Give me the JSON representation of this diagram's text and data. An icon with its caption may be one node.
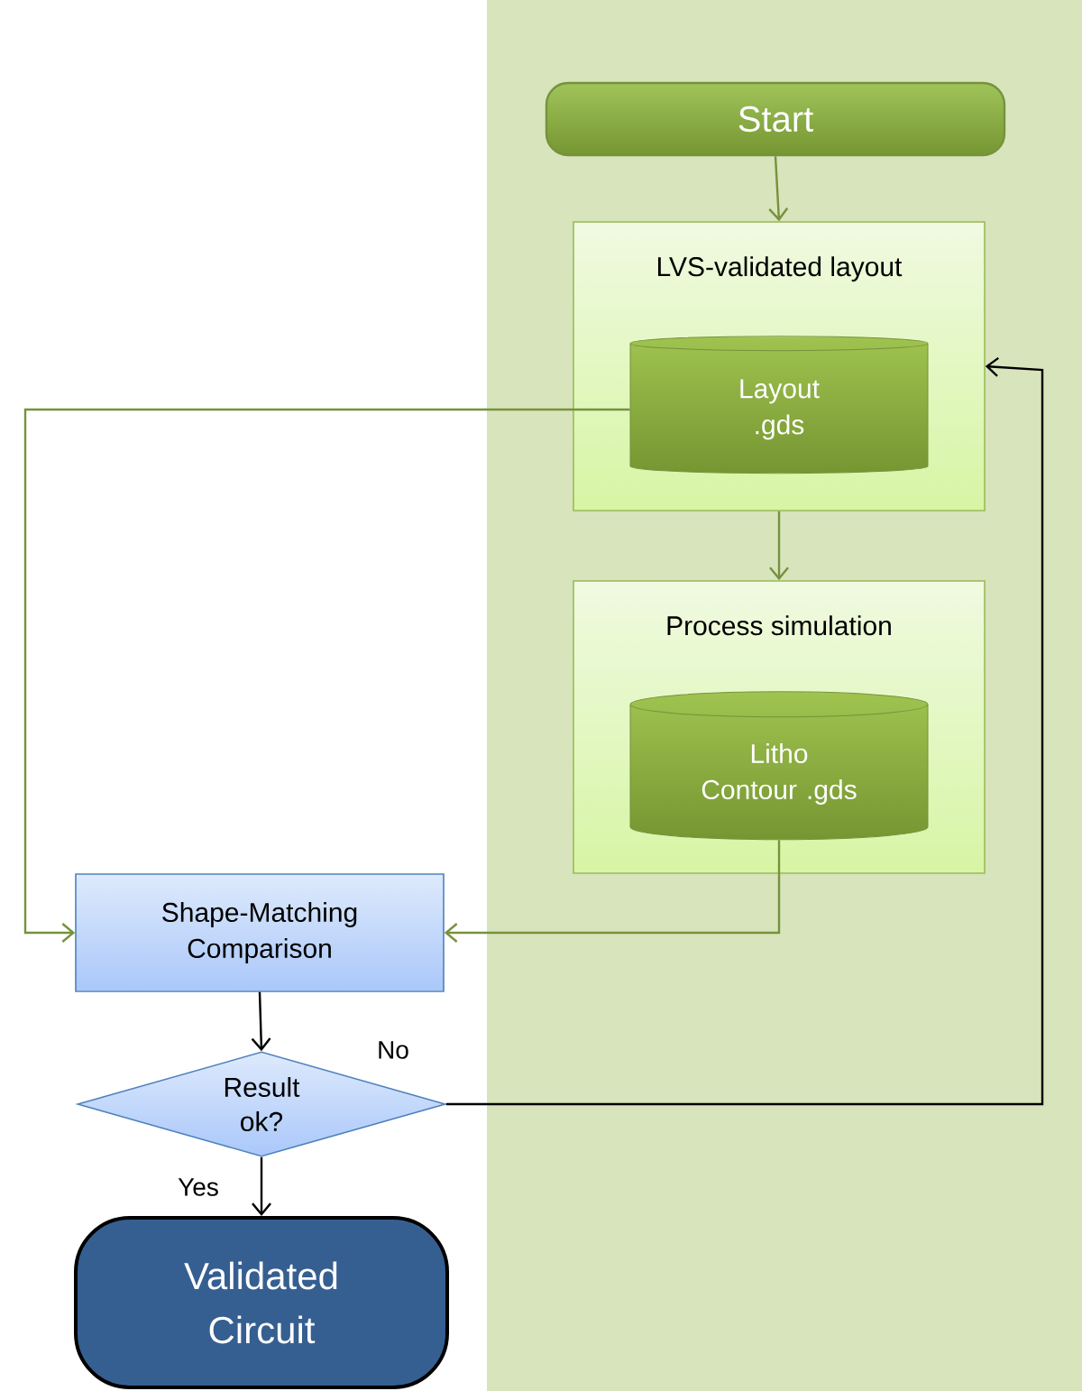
{
  "diagram": {
    "nodes": [
      {
        "text": [
          "Start"
        ]
      },
      {
        "text": [
          "LVS-validated layout"
        ]
      },
      {
        "text": [
          "Layout .gds"
        ],
        "in": 1
      },
      {
        "text": [
          "Process simulation"
        ]
      },
      {
        "text": [
          "Litho Contour .gds"
        ],
        "in": 3
      },
      {
        "text": [
          "Shape-Matching Comparison"
        ]
      },
      {
        "text": [
          "Result ok?"
        ]
      },
      {
        "text": [
          "Validated Circuit"
        ]
      }
    ],
    "edges": [
      {
        "from": 0,
        "to": 1,
        "arrow": "to"
      },
      {
        "from": 1,
        "to": 3,
        "arrow": "to"
      },
      {
        "from": 2,
        "to": 5,
        "arrow": "to"
      },
      {
        "from": 4,
        "to": 5,
        "arrow": "to"
      },
      {
        "from": 5,
        "to": 6,
        "arrow": "to",
        "color": "#000000"
      },
      {
        "from": 6,
        "to": 7,
        "arrow": "to",
        "label": "Yes",
        "color": "#000000"
      },
      {
        "from": 6,
        "to": 1,
        "arrow": "to",
        "label": "No",
        "color": "#000000"
      }
    ]
  }
}
